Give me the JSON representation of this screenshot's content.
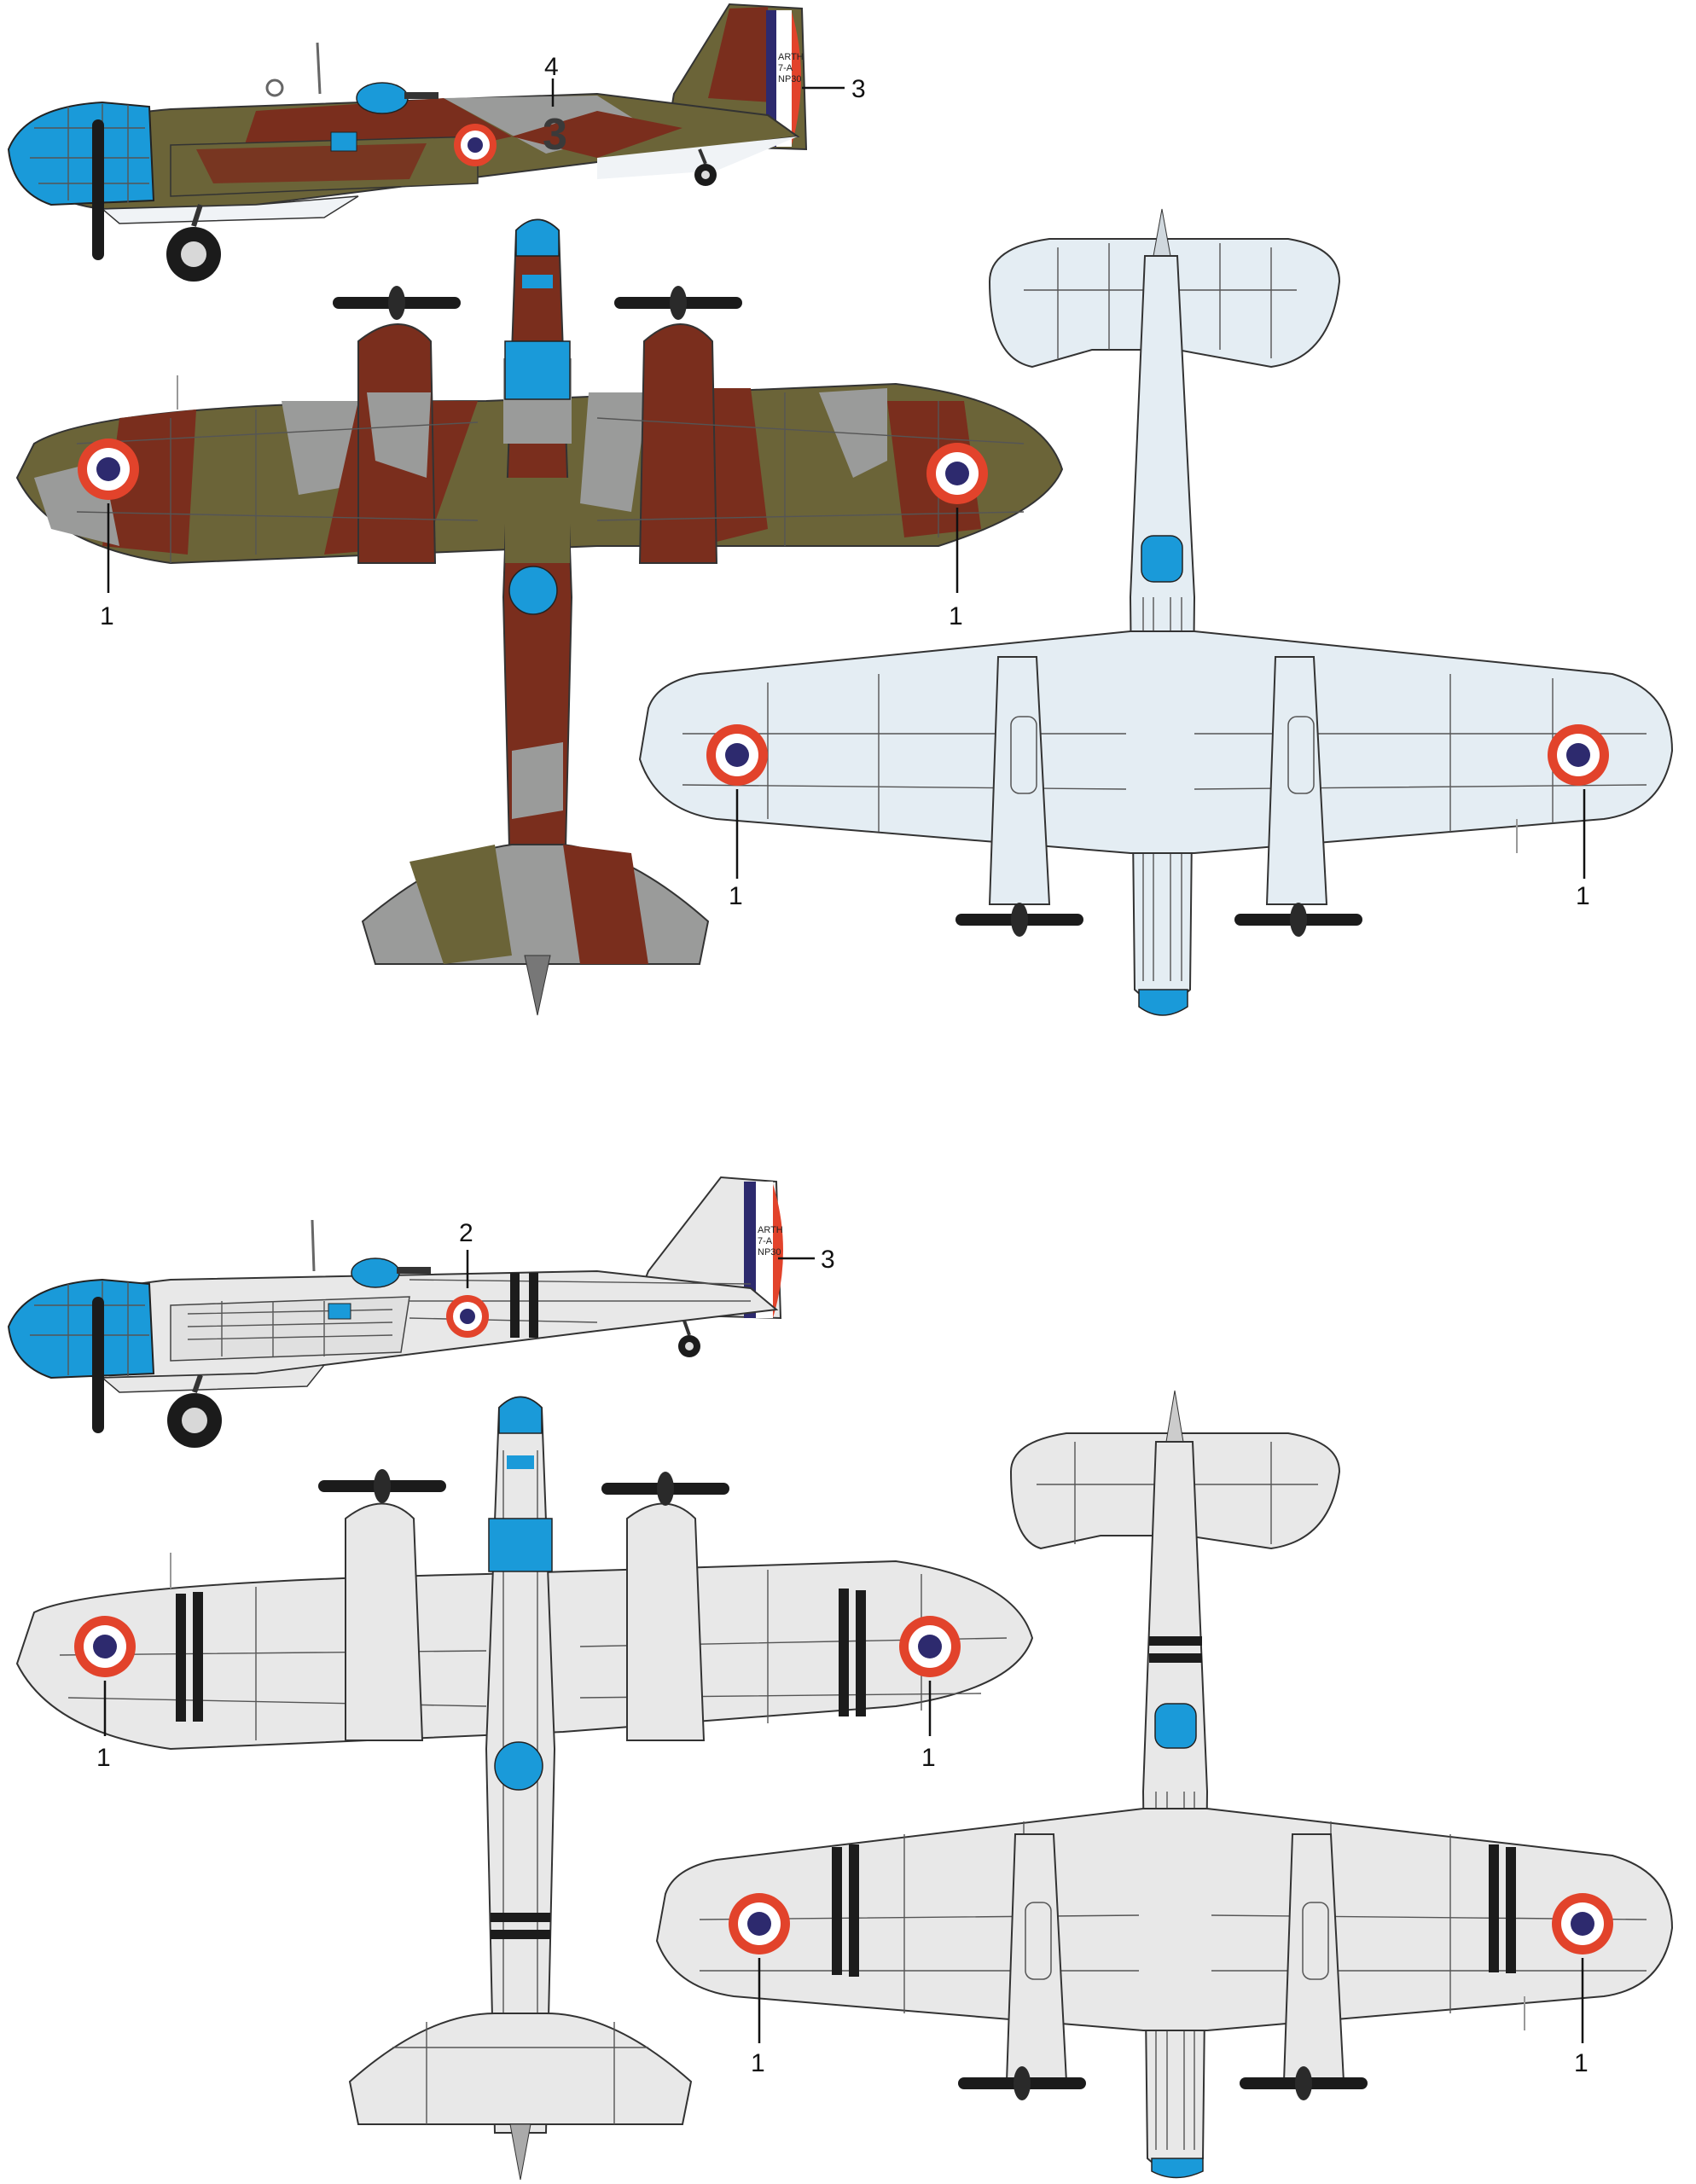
{
  "callouts": {
    "roundel": "1",
    "side_roundel": "2",
    "fin_stripes": "3",
    "fuselage_code": "4"
  },
  "markings": {
    "fuselage_code_text": "3",
    "fin_text_lines": [
      "ARTH",
      "7-A",
      "NP30"
    ]
  },
  "colors": {
    "camo_olive": "#6b6438",
    "camo_brown": "#7a2e1d",
    "camo_grey": "#9a9b9a",
    "underside_light_blue": "#e4edf3",
    "silver": "#e8e8e8",
    "glazing": "#1a9ad9",
    "roundel_blue": "#2d2a6e",
    "roundel_white": "#ffffff",
    "roundel_red": "#e2432b",
    "invasion_stripe": "#1c1c1c"
  }
}
